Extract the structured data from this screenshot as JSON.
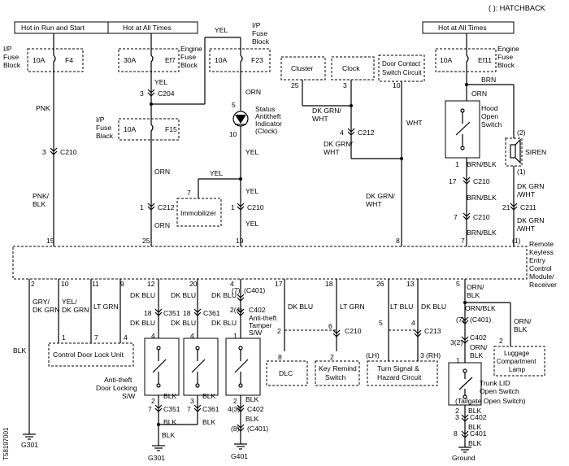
{
  "legend": "( ): HATCHBACK",
  "side_code": "T58197001",
  "power": {
    "run_start": "Hot in Run and Start",
    "at_all_times_1": "Hot at All Times",
    "at_all_times_2": "Hot at All Times"
  },
  "fuses": {
    "f4_rating": "10A",
    "f4_id": "F4",
    "ef7_rating": "30A",
    "ef7_id": "Ef7",
    "f23_rating": "10A",
    "f23_id": "F23",
    "f15_rating": "10A",
    "f15_id": "F15",
    "ef11_rating": "10A",
    "ef11_id": "Ef11",
    "ip_block": [
      "I/P",
      "Fuse",
      "Block"
    ],
    "ip_black": [
      "I/P",
      "Fuse",
      "Black"
    ],
    "engine_block": [
      "Engine",
      "Fuse",
      "Block"
    ],
    "ip_block_f23": [
      "I/P",
      "Fuse",
      "Block"
    ]
  },
  "modules": {
    "remote": [
      "Remote",
      "Keyless",
      "Entry",
      "Control",
      "Module/",
      "Receiver"
    ],
    "cluster": "Cluster",
    "clock": "Clock",
    "door_contact": [
      "Door Contact",
      "Switch Circuit"
    ],
    "immobilizer": "Immobilizer",
    "status_ind": [
      "Status",
      "Antitheft",
      "Indicator",
      "(Clock)"
    ],
    "hood_switch": [
      "Hood",
      "Open",
      "Switch"
    ],
    "siren": "SIREN",
    "door_lock_unit": "Control Door Lock Unit",
    "anti_theft_dl": [
      "Anti-theft",
      "Door Locking",
      "S/W"
    ],
    "tamper": [
      "Anti-theft",
      "Tamper",
      "S/W"
    ],
    "dlc": "DLC",
    "key_remind": [
      "Key Remind",
      "Switch"
    ],
    "turn_signal": [
      "Turn Signal &",
      "Hazard Circuit"
    ],
    "luggage_lamp": [
      "Luggage",
      "Compartment",
      "Lamp"
    ],
    "trunk_switch": [
      "Trunk LID",
      "Open Switch",
      "(Tailgate Open Switch)"
    ]
  },
  "wires": {
    "pnk": "PNK",
    "pnk_blk": [
      "PNK/",
      "BLK"
    ],
    "yel": "YEL",
    "orn": "ORN",
    "dk_grn_wht": [
      "DK GRN/",
      "WHT"
    ],
    "wht": "WHT",
    "brn": "BRN",
    "brn_blk": "BRN/BLK",
    "dk_grn_wht_s": [
      "DK GRN",
      "/WHT"
    ],
    "blk": "BLK",
    "gry_dk_grn": [
      "GRY/",
      "DK GRN"
    ],
    "yel_dk_grn": [
      "YEL/",
      "DK GRN"
    ],
    "lt_grn": "LT GRN",
    "dk_blu": "DK BLU",
    "lt_blu": "LT BLU",
    "orn_blk": [
      "ORN/",
      "BLK"
    ],
    "orn_blk_s": "ORN/BLK",
    "orn_slash": "ORN/"
  },
  "connectors": {
    "c210": "C210",
    "c204": "C204",
    "c212": "C212",
    "c211": "C211",
    "c351": "C351",
    "c361": "C361",
    "c401": "(C401)",
    "c402": "C402",
    "c213": "C213",
    "c401b": "C401"
  },
  "pins": {
    "p15": "15",
    "p25": "25",
    "p19": "19",
    "p8": "8",
    "p7": "7",
    "p1h": "(1)",
    "p2": "2",
    "p10": "10",
    "p11": "11",
    "p9": "9",
    "p12": "12",
    "p20": "20",
    "p4": "4",
    "p17": "17",
    "p18": "18",
    "p26": "26",
    "p13": "13",
    "p5": "5",
    "p3": "3",
    "p1": "1",
    "p6": "6",
    "p17b": "17",
    "p21": "21",
    "p2h": "(2)",
    "p7h": "(7)",
    "p24": "2(4)",
    "p32": "3(2)",
    "p43": "4(3)",
    "p8h": "(8)",
    "lh": "(LH)",
    "rh": "(RH)"
  },
  "grounds": {
    "g301a": "G301",
    "g301b": "G301",
    "g401": "G401",
    "ground": "Ground"
  }
}
